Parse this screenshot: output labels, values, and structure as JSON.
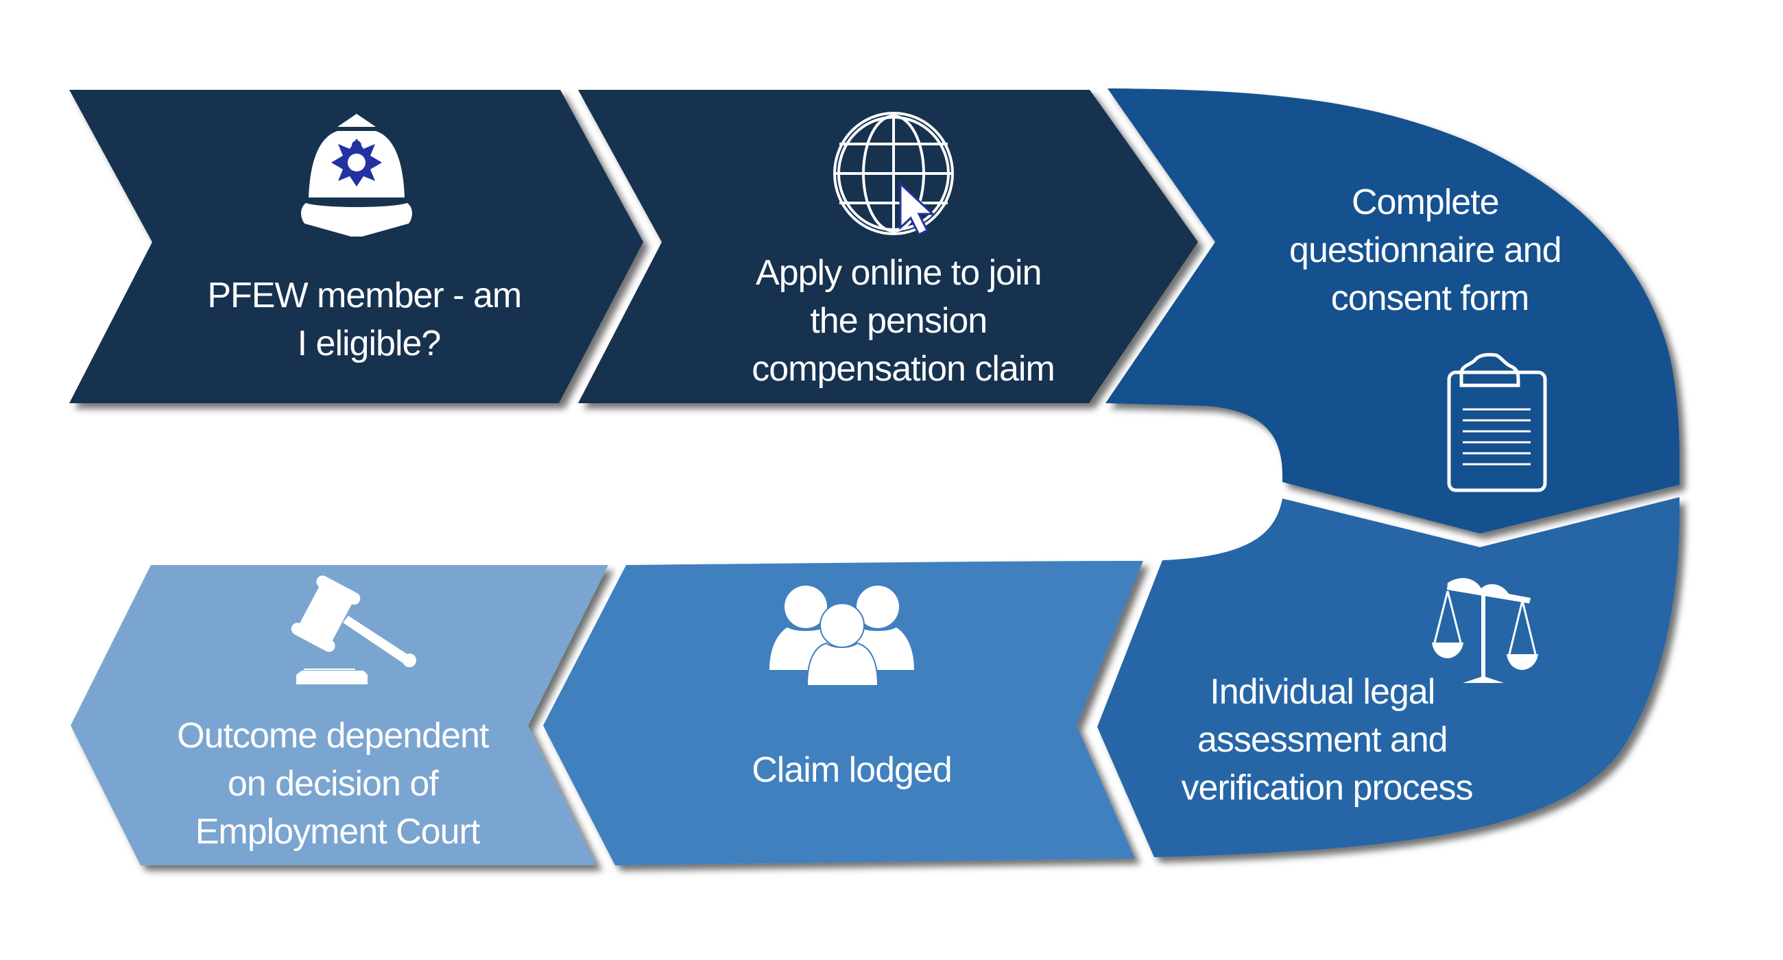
{
  "diagram": {
    "title": "PFEW pension compensation claim process",
    "colors": {
      "step1": "#12304f",
      "step2": "#12304f",
      "step3": "#16518f",
      "step4": "#2866a6",
      "step5": "#4080bf",
      "step6": "#7aa5d0",
      "badge": "#2232a0",
      "icon": "#ffffff",
      "text": "#ffffff"
    },
    "steps": [
      {
        "id": 1,
        "icon": "police-helmet-icon",
        "lines": [
          "PFEW member - am",
          "I eligible?"
        ]
      },
      {
        "id": 2,
        "icon": "globe-cursor-icon",
        "lines": [
          "Apply online to join",
          "the pension",
          "compensation claim"
        ]
      },
      {
        "id": 3,
        "icon": "clipboard-icon",
        "lines": [
          "Complete",
          "questionnaire and",
          "consent form"
        ]
      },
      {
        "id": 4,
        "icon": "scales-of-justice-icon",
        "lines": [
          "Individual legal",
          "assessment and",
          "verification process"
        ]
      },
      {
        "id": 5,
        "icon": "people-group-icon",
        "lines": [
          "Claim lodged"
        ]
      },
      {
        "id": 6,
        "icon": "gavel-icon",
        "lines": [
          "Outcome dependent",
          "on decision of",
          "Employment Court"
        ]
      }
    ]
  }
}
